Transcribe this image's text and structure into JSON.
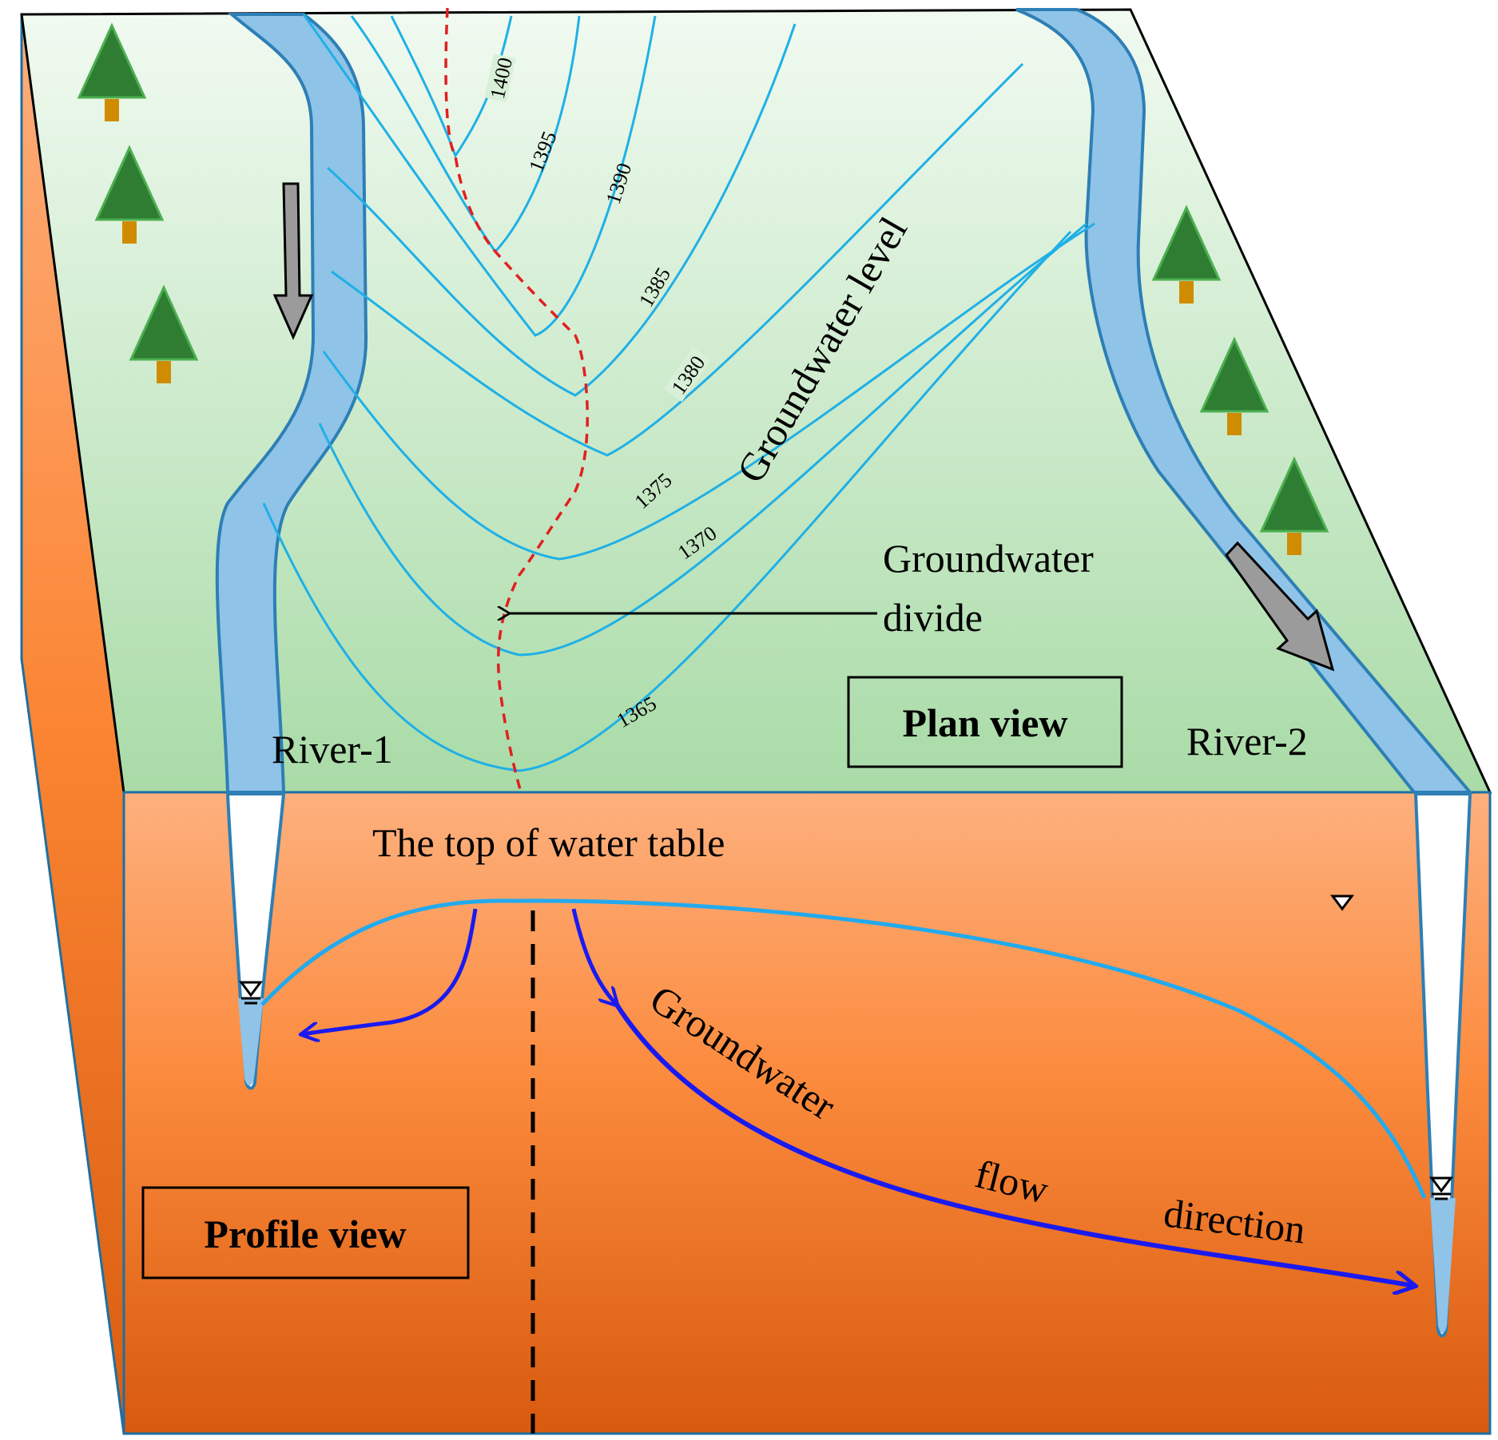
{
  "plan": {
    "box_label": "Plan view",
    "river1_label": "River-1",
    "river2_label": "River-2",
    "groundwater_level_label": "Groundwater level",
    "divide_label_line1": "Groundwater",
    "divide_label_line2": "divide",
    "contours": [
      {
        "value": 1400,
        "label": "1400"
      },
      {
        "value": 1395,
        "label": "1395"
      },
      {
        "value": 1390,
        "label": "1390"
      },
      {
        "value": 1385,
        "label": "1385"
      },
      {
        "value": 1380,
        "label": "1380"
      },
      {
        "value": 1375,
        "label": "1375"
      },
      {
        "value": 1370,
        "label": "1370"
      },
      {
        "value": 1365,
        "label": "1365"
      }
    ]
  },
  "profile": {
    "box_label": "Profile view",
    "water_table_label": "The top of water table",
    "flow_word1": "Groundwater",
    "flow_word2": "flow",
    "flow_word3": "direction"
  },
  "colors": {
    "plan_top": "#f1faf1",
    "plan_bottom": "#a9dba7",
    "profile_top": "#fdb07e",
    "profile_bottom": "#d85a0e",
    "side_top": "#fdae7c",
    "side_bottom": "#d95d10",
    "river": "#8fc3e8",
    "river_edge": "#2d7fb5",
    "contour": "#1fb0e6",
    "divide": "#e02020",
    "flow_arrow": "#1a1af0",
    "water_table": "#22aaee",
    "tree": "#2e7d32",
    "trunk": "#d08c00"
  },
  "icons": [
    "tree-icon",
    "flow-direction-arrow-icon",
    "water-level-marker-icon"
  ]
}
